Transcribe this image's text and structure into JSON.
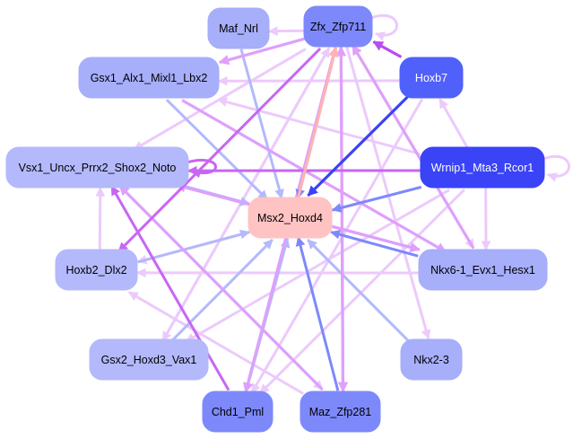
{
  "colors": {
    "node_light": "#b3b9fb",
    "node_mid": "#a7aefa",
    "node_medium": "#7d89fa",
    "node_dark": "#5060fb",
    "node_darkest": "#3a43f6",
    "node_target": "#ffc3c3",
    "edge_light_pink": "#eccafc",
    "edge_pink": "#dea0fb",
    "edge_magenta": "#c866f4",
    "edge_violet": "#b84cf0",
    "edge_light_blue": "#b3b9fb",
    "edge_blue": "#7d89fa",
    "edge_dark_blue": "#3a43f6",
    "edge_salmon": "#ffb3b3",
    "text_dark": "#000000",
    "text_light": "#ffffff"
  },
  "nodes": [
    {
      "id": "maf_nrl",
      "label": "Maf_Nrl",
      "fill": "#a7aefa",
      "text": "#000000"
    },
    {
      "id": "zfx_zfp711",
      "label": "Zfx_Zfp711",
      "fill": "#7d89fa",
      "text": "#000000"
    },
    {
      "id": "gsx1",
      "label": "Gsx1_Alx1_Mixl1_Lbx2",
      "fill": "#a7aefa",
      "text": "#000000"
    },
    {
      "id": "hoxb7",
      "label": "Hoxb7",
      "fill": "#5060fb",
      "text": "#ffffff"
    },
    {
      "id": "vsx1",
      "label": "Vsx1_Uncx_Prrx2_Shox2_Noto",
      "fill": "#b3b9fb",
      "text": "#000000"
    },
    {
      "id": "wrnip1",
      "label": "Wrnip1_Mta3_Rcor1",
      "fill": "#3a43f6",
      "text": "#ffffff"
    },
    {
      "id": "msx2",
      "label": "Msx2_Hoxd4",
      "fill": "#ffc3c3",
      "text": "#000000"
    },
    {
      "id": "hoxb2",
      "label": "Hoxb2_Dlx2",
      "fill": "#b3b9fb",
      "text": "#000000"
    },
    {
      "id": "nkx6",
      "label": "Nkx6-1_Evx1_Hesx1",
      "fill": "#a7aefa",
      "text": "#000000"
    },
    {
      "id": "gsx2",
      "label": "Gsx2_Hoxd3_Vax1",
      "fill": "#b3b9fb",
      "text": "#000000"
    },
    {
      "id": "nkx2",
      "label": "Nkx2-3",
      "fill": "#a7aefa",
      "text": "#000000"
    },
    {
      "id": "chd1",
      "label": "Chd1_Pml",
      "fill": "#7d89fa",
      "text": "#000000"
    },
    {
      "id": "maz",
      "label": "Maz_Zfp281",
      "fill": "#7d89fa",
      "text": "#000000"
    }
  ],
  "edges": [
    {
      "from": "hoxb7",
      "to": "msx2",
      "color": "#3a43f6"
    },
    {
      "from": "wrnip1",
      "to": "msx2",
      "color": "#7d89fa"
    },
    {
      "from": "zfx_zfp711",
      "to": "msx2",
      "color": "#7d89fa"
    },
    {
      "from": "maf_nrl",
      "to": "msx2",
      "color": "#b3b9fb"
    },
    {
      "from": "gsx1",
      "to": "msx2",
      "color": "#b3b9fb"
    },
    {
      "from": "vsx1",
      "to": "msx2",
      "color": "#b3b9fb"
    },
    {
      "from": "hoxb2",
      "to": "msx2",
      "color": "#b3b9fb"
    },
    {
      "from": "gsx2",
      "to": "msx2",
      "color": "#b3b9fb"
    },
    {
      "from": "chd1",
      "to": "msx2",
      "color": "#b3b9fb"
    },
    {
      "from": "maz",
      "to": "msx2",
      "color": "#7d89fa"
    },
    {
      "from": "nkx2",
      "to": "msx2",
      "color": "#b3b9fb"
    },
    {
      "from": "nkx6",
      "to": "msx2",
      "color": "#7d89fa"
    },
    {
      "from": "msx2",
      "to": "zfx_zfp711",
      "color": "#ffb3b3"
    },
    {
      "from": "hoxb7",
      "to": "zfx_zfp711",
      "color": "#b84cf0"
    },
    {
      "from": "zfx_zfp711",
      "to": "maf_nrl",
      "color": "#eccafc"
    },
    {
      "from": "zfx_zfp711",
      "to": "gsx1",
      "color": "#dea0fb"
    },
    {
      "from": "wrnip1",
      "to": "gsx1",
      "color": "#eccafc"
    },
    {
      "from": "hoxb7",
      "to": "gsx1",
      "color": "#eccafc"
    },
    {
      "from": "zfx_zfp711",
      "to": "vsx1",
      "color": "#eccafc"
    },
    {
      "from": "wrnip1",
      "to": "vsx1",
      "color": "#c866f4"
    },
    {
      "from": "zfx_zfp711",
      "to": "hoxb2",
      "color": "#c866f4"
    },
    {
      "from": "zfx_zfp711",
      "to": "maz",
      "color": "#dea0fb"
    },
    {
      "from": "zfx_zfp711",
      "to": "nkx6",
      "color": "#eccafc"
    },
    {
      "from": "zfx_zfp711",
      "to": "nkx2",
      "color": "#eccafc"
    },
    {
      "from": "zfx_zfp711",
      "to": "gsx2",
      "color": "#eccafc"
    },
    {
      "from": "zfx_zfp711",
      "to": "chd1",
      "color": "#dea0fb"
    },
    {
      "from": "wrnip1",
      "to": "hoxb7",
      "color": "#eccafc"
    },
    {
      "from": "wrnip1",
      "to": "hoxb2",
      "color": "#eccafc"
    },
    {
      "from": "wrnip1",
      "to": "gsx2",
      "color": "#eccafc"
    },
    {
      "from": "wrnip1",
      "to": "chd1",
      "color": "#eccafc"
    },
    {
      "from": "wrnip1",
      "to": "nkx6",
      "color": "#eccafc"
    },
    {
      "from": "hoxb7",
      "to": "chd1",
      "color": "#eccafc"
    },
    {
      "from": "nkx6",
      "to": "vsx1",
      "color": "#dea0fb"
    },
    {
      "from": "nkx6",
      "to": "hoxb2",
      "color": "#eccafc"
    },
    {
      "from": "hoxb2",
      "to": "vsx1",
      "color": "#eccafc"
    },
    {
      "from": "chd1",
      "to": "vsx1",
      "color": "#c866f4"
    },
    {
      "from": "maz",
      "to": "vsx1",
      "color": "#dea0fb"
    },
    {
      "from": "maz",
      "to": "hoxb2",
      "color": "#eccafc"
    },
    {
      "from": "gsx2",
      "to": "zfx_zfp711",
      "color": "#eccafc"
    },
    {
      "from": "chd1",
      "to": "zfx_zfp711",
      "color": "#eccafc"
    },
    {
      "from": "maz",
      "to": "zfx_zfp711",
      "color": "#dea0fb"
    },
    {
      "from": "nkx6",
      "to": "zfx_zfp711",
      "color": "#dea0fb"
    },
    {
      "from": "vsx1",
      "to": "maz",
      "color": "#eccafc"
    },
    {
      "from": "gsx1",
      "to": "nkx6",
      "color": "#dea0fb"
    },
    {
      "from": "vsx1",
      "to": "nkx6",
      "color": "#dea0fb"
    }
  ],
  "self_loops": [
    {
      "node": "zfx_zfp711",
      "color": "#eccafc"
    },
    {
      "node": "wrnip1",
      "color": "#eccafc"
    },
    {
      "node": "vsx1",
      "color": "#c866f4"
    }
  ]
}
